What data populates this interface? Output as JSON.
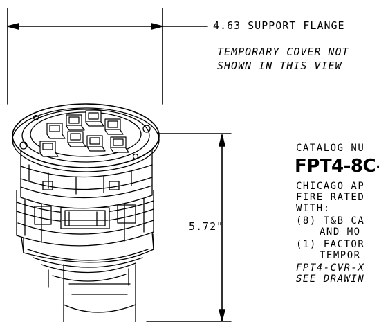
{
  "dimensions": {
    "width_label": "4.63 SUPPORT FLANGE",
    "height_label": "5.72\""
  },
  "notes": {
    "cover_line1": "TEMPORARY COVER NOT",
    "cover_line2": "SHOWN IN THIS VIEW"
  },
  "catalog": {
    "heading": "CATALOG NU",
    "number": "FPT4-8C-",
    "lines": [
      "CHICAGO AP",
      "FIRE RATED",
      "WITH:",
      "(8) T&B CA",
      "AND MO",
      "(1) FACTOR",
      "TEMPOR",
      "FPT4-CVR-X",
      "SEE DRAWIN"
    ]
  }
}
